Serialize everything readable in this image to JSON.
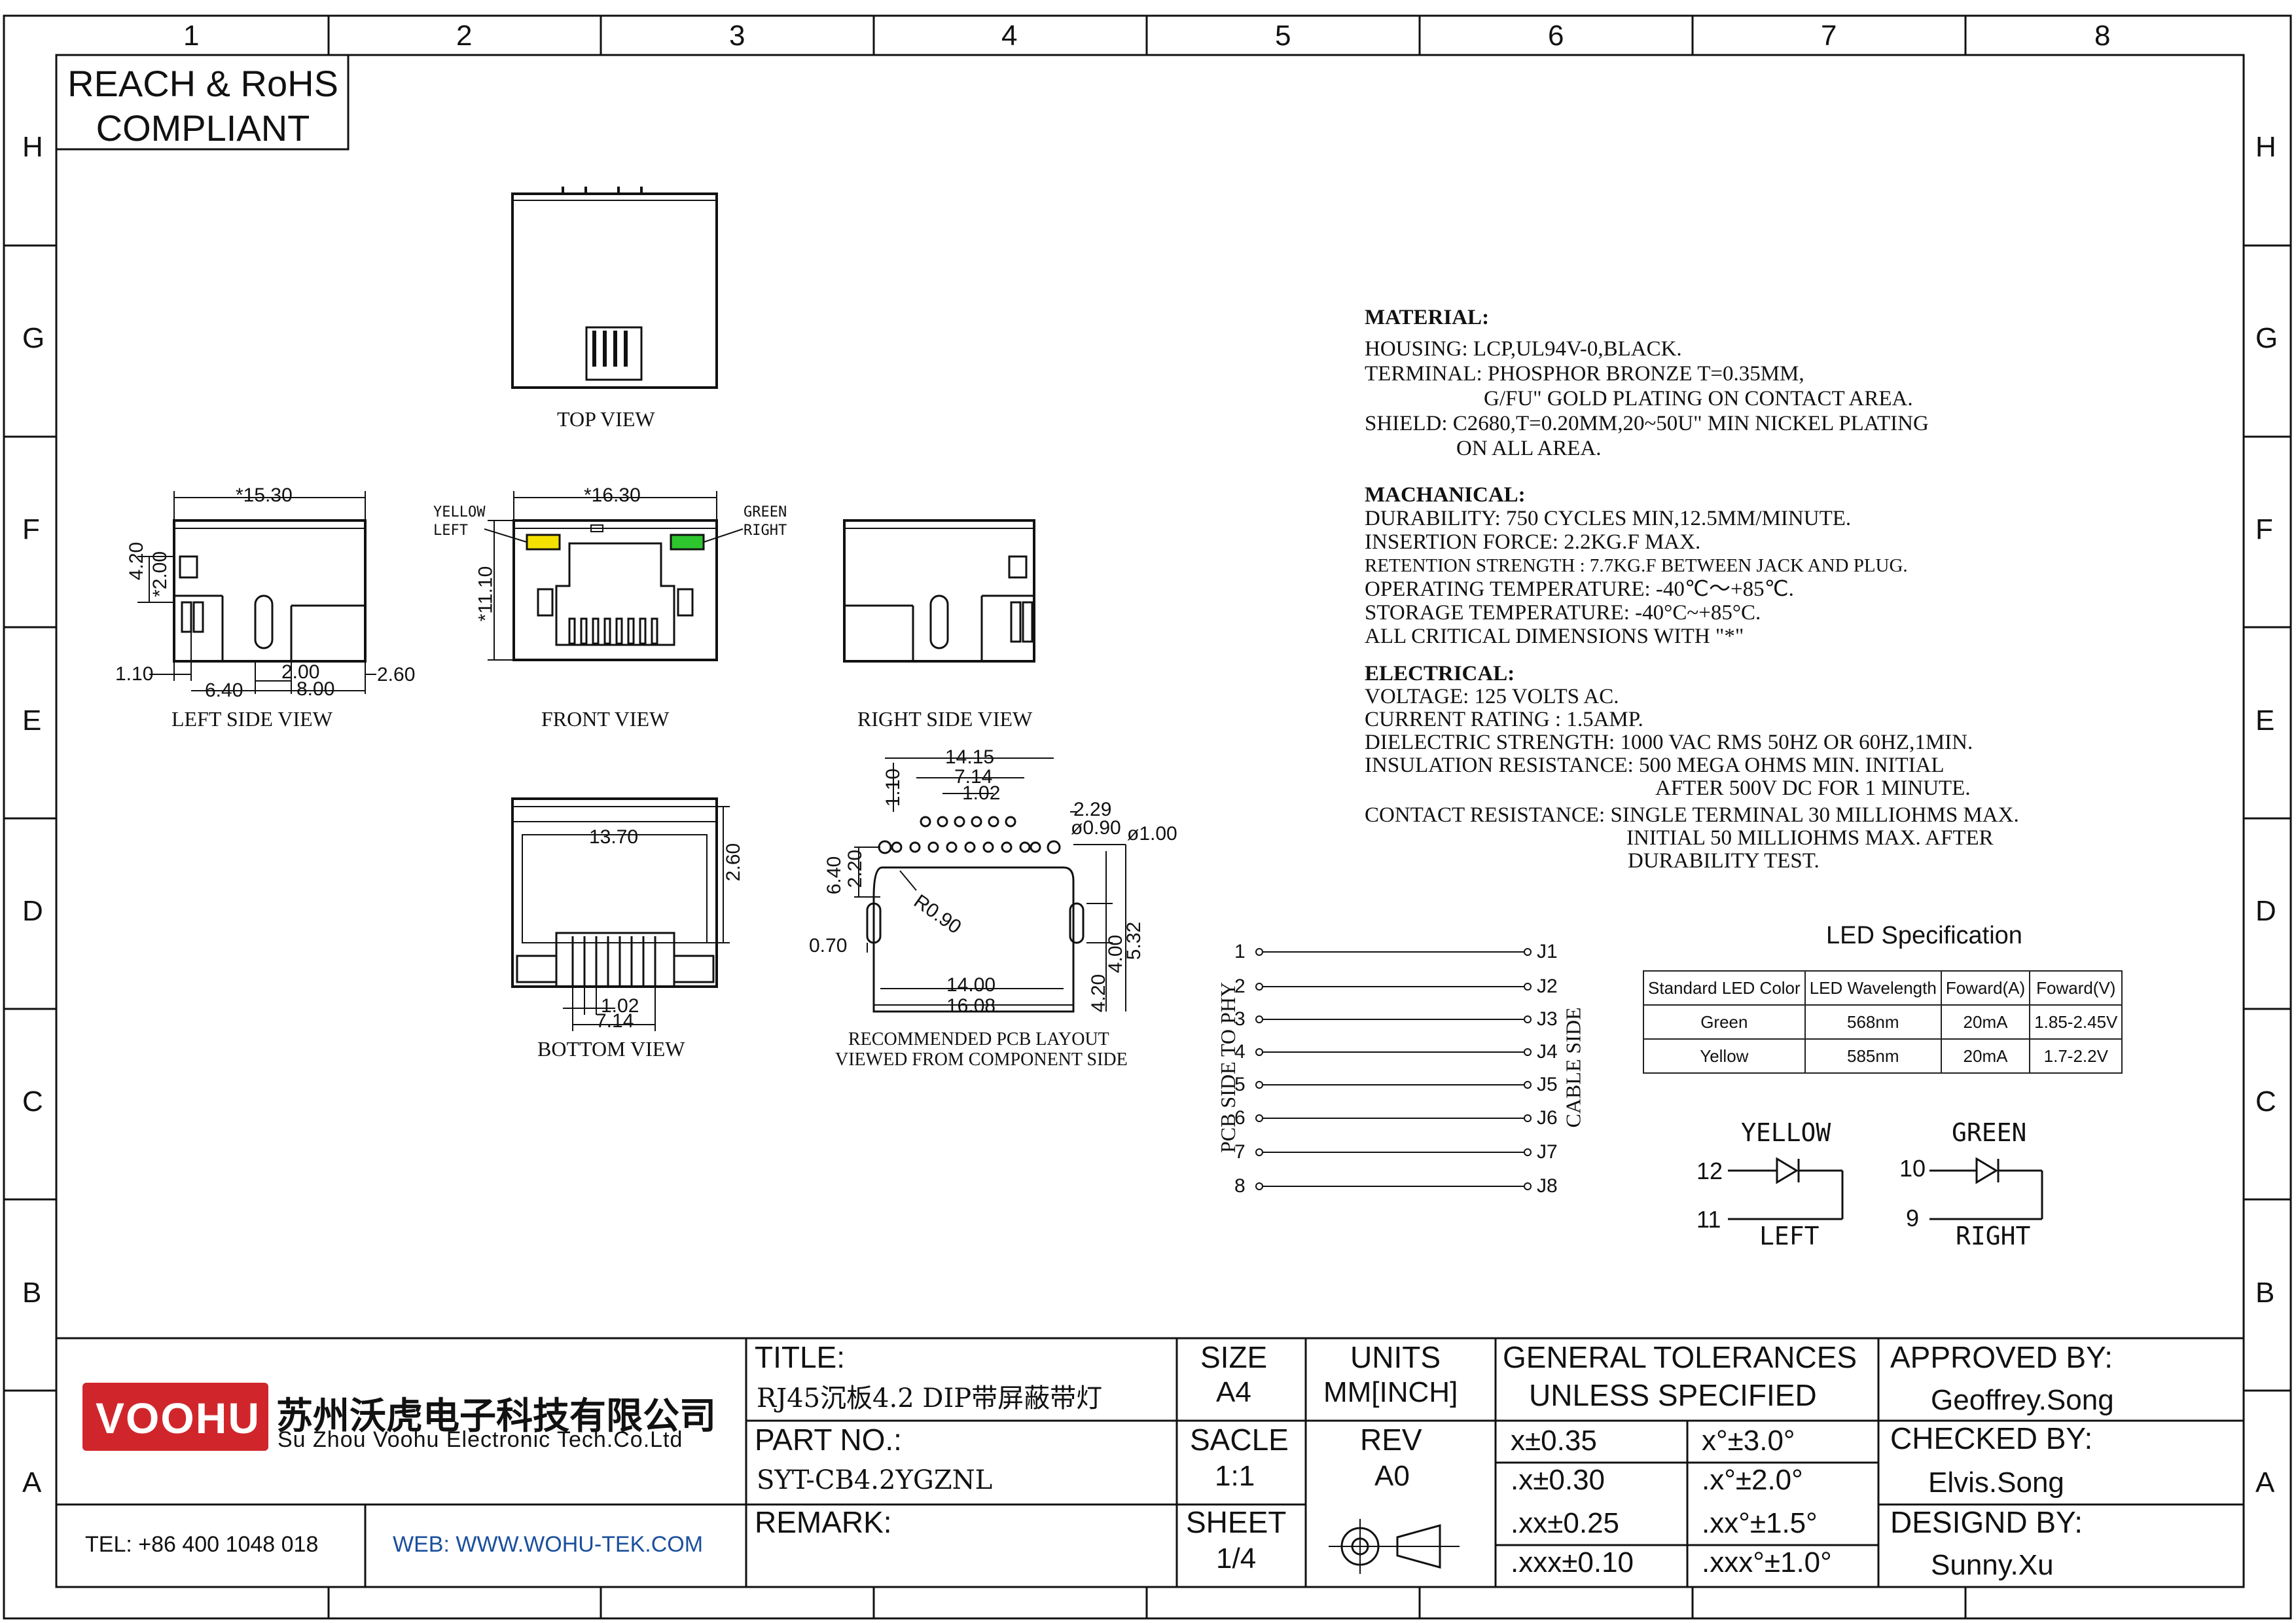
{
  "frame": {
    "columns": [
      "1",
      "2",
      "3",
      "4",
      "5",
      "6",
      "7",
      "8"
    ],
    "rows": [
      "H",
      "G",
      "F",
      "E",
      "D",
      "C",
      "B",
      "A"
    ]
  },
  "compliance": {
    "line1": "REACH & RoHS",
    "line2": "COMPLIANT"
  },
  "views": {
    "top": "TOP VIEW",
    "left": "LEFT SIDE VIEW",
    "front": "FRONT VIEW",
    "right": "RIGHT SIDE VIEW",
    "bottom": "BOTTOM VIEW",
    "pcb_line1": "RECOMMENDED PCB LAYOUT",
    "pcb_line2": "VIEWED FROM COMPONENT SIDE"
  },
  "dimensions": {
    "left_width": "*15.30",
    "left_h1": "4.20",
    "left_h2": "*2.00",
    "left_a": "1.10",
    "left_b": "6.40",
    "left_c": "2.00",
    "left_d": "8.00",
    "left_e": "2.60",
    "front_width": "*16.30",
    "front_height": "*11.10",
    "front_yellow": "YELLOW",
    "front_left": "LEFT",
    "front_green": "GREEN",
    "front_right": "RIGHT",
    "bottom_width": "13.70",
    "bottom_height": "2.60",
    "bottom_a": "1.02",
    "bottom_b": "7.14",
    "pcb_a": "14.15",
    "pcb_b": "7.14",
    "pcb_c": "1.02",
    "pcb_d": "1.10",
    "pcb_e": "2.29",
    "pcb_f": "ø0.90",
    "pcb_g": "ø1.00",
    "pcb_h": "6.40",
    "pcb_i": "2.20",
    "pcb_j": "R0.90",
    "pcb_k": "0.70",
    "pcb_l": "14.00",
    "pcb_m": "16.08",
    "pcb_n": "4.00",
    "pcb_o": "5.32",
    "pcb_p": "4.20"
  },
  "material": {
    "heading": "MATERIAL:",
    "lines": [
      "HOUSING: LCP,UL94V-0,BLACK.",
      "TERMINAL: PHOSPHOR BRONZE T=0.35MM,",
      "G/FU\" GOLD PLATING ON CONTACT AREA.",
      "SHIELD: C2680,T=0.20MM,20~50U\" MIN NICKEL PLATING",
      "ON ALL AREA."
    ]
  },
  "mechanical": {
    "heading": "MACHANICAL:",
    "lines": [
      "DURABILITY: 750 CYCLES MIN,12.5MM/MINUTE.",
      "INSERTION FORCE: 2.2KG.F MAX.",
      "RETENTION STRENGTH : 7.7KG.F BETWEEN JACK AND PLUG.",
      "OPERATING TEMPERATURE: -40℃～+85℃.",
      "STORAGE TEMPERATURE: -40°C~+85°C.",
      "ALL CRITICAL DIMENSIONS WITH \"*\""
    ]
  },
  "electrical": {
    "heading": "ELECTRICAL:",
    "lines": [
      "VOLTAGE: 125 VOLTS AC.",
      "CURRENT RATING : 1.5AMP.",
      "DIELECTRIC STRENGTH: 1000 VAC RMS 50HZ OR 60HZ,1MIN.",
      "INSULATION RESISTANCE: 500 MEGA OHMS MIN. INITIAL",
      "AFTER 500V DC FOR 1 MINUTE.",
      "CONTACT RESISTANCE: SINGLE TERMINAL 30 MILLIOHMS MAX.",
      "INITIAL 50 MILLIOHMS MAX. AFTER",
      "DURABILITY TEST."
    ]
  },
  "schematic": {
    "left_label": "PCB SIDE TO PHY",
    "right_label": "CABLE SIDE",
    "pins_left": [
      "1",
      "2",
      "3",
      "4",
      "5",
      "6",
      "7",
      "8"
    ],
    "pins_right": [
      "J1",
      "J2",
      "J3",
      "J4",
      "J5",
      "J6",
      "J7",
      "J8"
    ]
  },
  "led_spec": {
    "title": "LED Specification",
    "headers": [
      "Standard LED Color",
      "LED Wavelength",
      "Foward(A)",
      "Foward(V)"
    ],
    "rows": [
      [
        "Green",
        "568nm",
        "20mA",
        "1.85-2.45V"
      ],
      [
        "Yellow",
        "585nm",
        "20mA",
        "1.7-2.2V"
      ]
    ]
  },
  "led_diagram": {
    "yellow": "YELLOW",
    "green": "GREEN",
    "y_pin_a": "12",
    "y_pin_b": "11",
    "g_pin_a": "10",
    "g_pin_b": "9",
    "left": "LEFT",
    "right": "RIGHT"
  },
  "title_block": {
    "company_logo": "VOOHU",
    "company_cn": "苏州沃虎电子科技有限公司",
    "company_en": "Su Zhou Voohu Electronic Tech.Co.Ltd",
    "tel": "TEL: +86 400 1048 018",
    "web": "WEB: WWW.WOHU-TEK.COM",
    "title_label": "TITLE:",
    "title_value": "RJ45沉板4.2 DIP带屏蔽带灯",
    "part_label": "PART NO.:",
    "part_value": "SYT-CB4.2YGZNL",
    "remark_label": "REMARK:",
    "size_label": "SIZE",
    "size_value": "A4",
    "units_label": "UNITS",
    "units_value": "MM[INCH]",
    "scale_label": "SACLE",
    "scale_value": "1:1",
    "rev_label": "REV",
    "rev_value": "A0",
    "sheet_label": "SHEET",
    "sheet_value": "1/4",
    "tol_title1": "GENERAL TOLERANCES",
    "tol_title2": "UNLESS SPECIFIED",
    "tol": [
      [
        "x±0.35",
        "x°±3.0°"
      ],
      [
        ".x±0.30",
        ".x°±2.0°"
      ],
      [
        ".xx±0.25",
        ".xx°±1.5°"
      ],
      [
        ".xxx±0.10",
        ".xxx°±1.0°"
      ]
    ],
    "approved_label": "APPROVED BY:",
    "approved_value": "Geoffrey.Song",
    "checked_label": "CHECKED BY:",
    "checked_value": "Elvis.Song",
    "designed_label": "DESIGND BY:",
    "designed_value": "Sunny.Xu"
  },
  "colors": {
    "logo_red": "#d0262b",
    "led_yellow": "#f5e100",
    "led_green": "#2ec62e",
    "web_blue": "#1a4f9c"
  }
}
